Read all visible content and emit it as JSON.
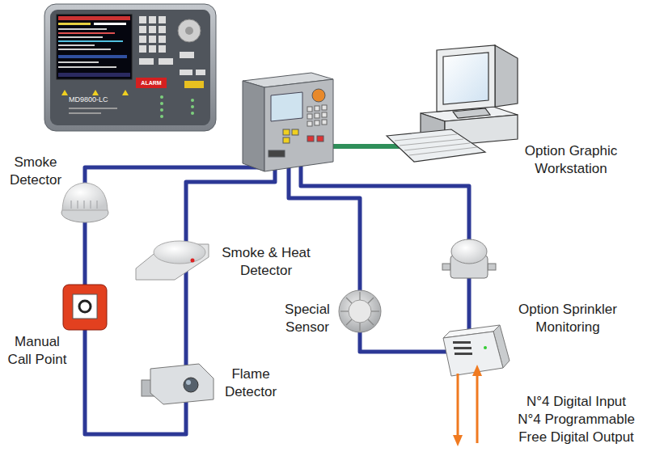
{
  "diagram": {
    "nodes": [
      {
        "text": [
          "Option Graphic Workstation"
        ]
      },
      {
        "text": [
          "Smoke Detector"
        ]
      },
      {
        "text": [
          "Smoke & Heat Detector"
        ]
      },
      {
        "text": [
          "Special Sensor"
        ]
      },
      {
        "text": [
          "Option Sprinkler Monitoring"
        ]
      },
      {
        "text": [
          "Manual Call Point"
        ]
      },
      {
        "text": [
          "Flame Detector"
        ]
      }
    ],
    "labels": [
      "MD9800-LC",
      "ALARM",
      "N°4 Digital Input",
      "N°4 Programmable Free Digital Output"
    ]
  }
}
